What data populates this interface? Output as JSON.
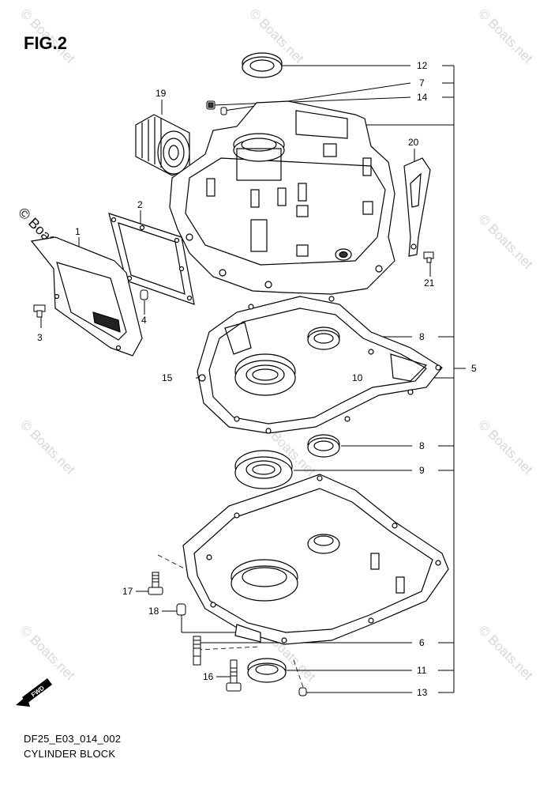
{
  "figure": {
    "title": "FIG.2"
  },
  "footer": {
    "code": "DF25_E03_014_002",
    "name": "CYLINDER BLOCK"
  },
  "watermark": {
    "text": "© Boats.net"
  },
  "fwd_badge": {
    "text": "FWD"
  },
  "callouts": {
    "c1": "1",
    "c2": "2",
    "c3": "3",
    "c4": "4",
    "c5": "5",
    "c6": "6",
    "c7": "7",
    "c8a": "8",
    "c8b": "8",
    "c9": "9",
    "c10": "10",
    "c11": "11",
    "c12": "12",
    "c13": "13",
    "c14": "14",
    "c15": "15",
    "c16": "16",
    "c17": "17",
    "c18": "18",
    "c19": "19",
    "c20": "20",
    "c21": "21"
  }
}
